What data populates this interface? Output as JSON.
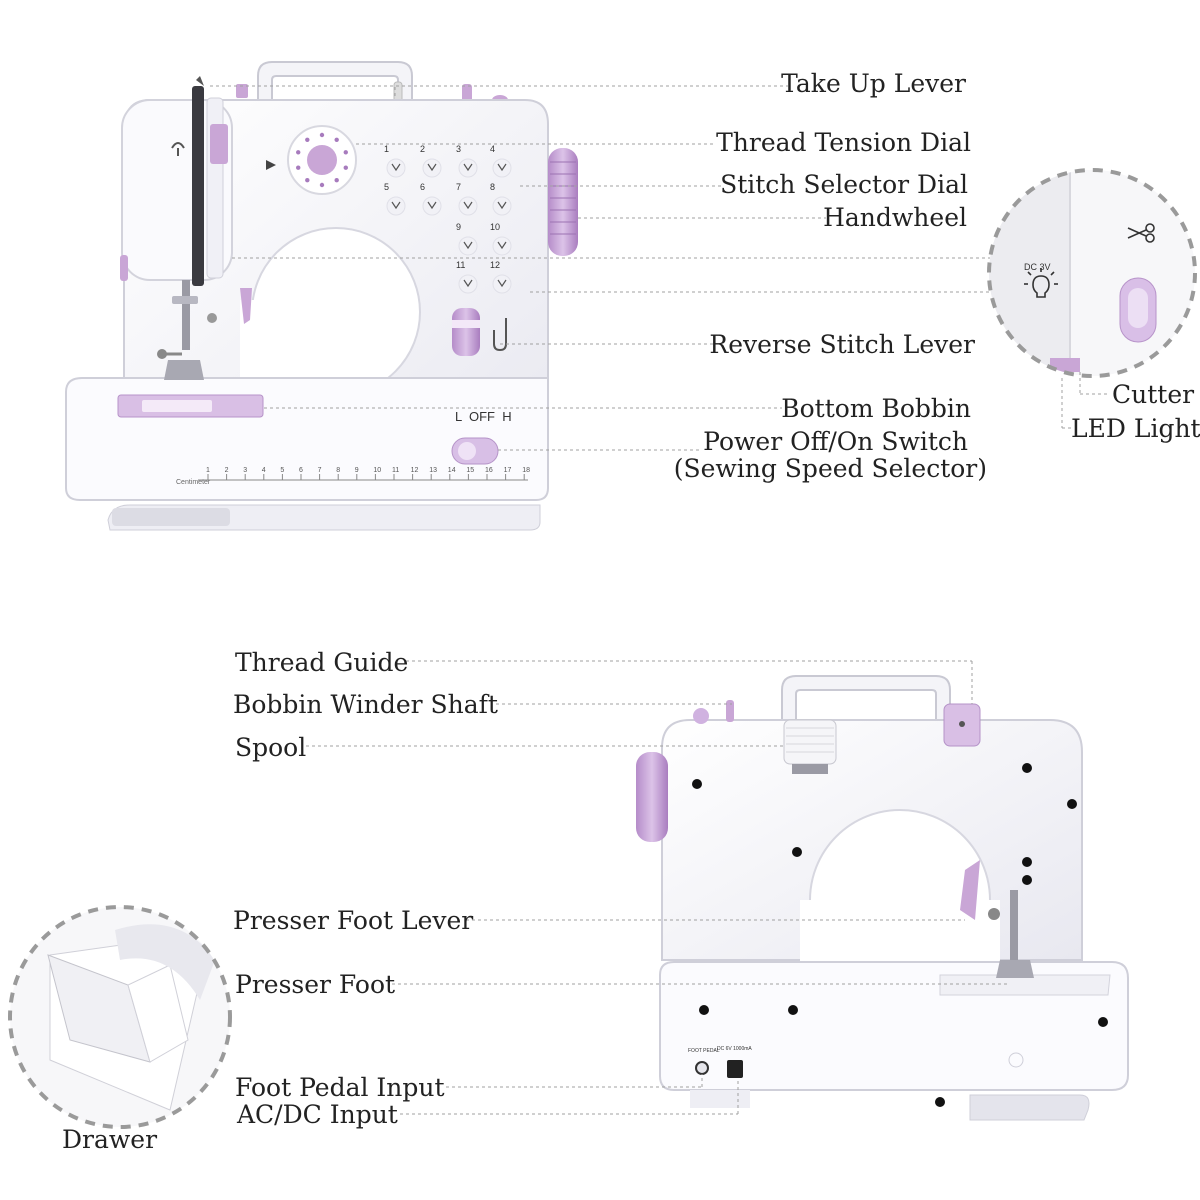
{
  "labels": {
    "take_up_lever": "Take Up Lever",
    "thread_tension_dial": "Thread Tension Dial",
    "stitch_selector_dial": "Stitch Selector Dial",
    "handwheel": "Handwheel",
    "reverse_stitch_lever": "Reverse Stitch Lever",
    "bottom_bobbin": "Bottom Bobbin",
    "power_switch": "Power Off/On Switch",
    "sewing_speed_selector": "(Sewing Speed Selector)",
    "cutter": "Cutter",
    "led_light": "LED Light",
    "thread_guide": "Thread Guide",
    "bobbin_winder_shaft": "Bobbin Winder Shaft",
    "spool": "Spool",
    "presser_foot_lever": "Presser Foot Lever",
    "presser_foot": "Presser Foot",
    "foot_pedal_input": "Foot Pedal Input",
    "ac_dc_input": "AC/DC Input",
    "drawer": "Drawer"
  },
  "machine_text": {
    "switch_label": "L  OFF  H",
    "ruler_label": "Centimeter",
    "ruler_numbers": [
      "1",
      "2",
      "3",
      "4",
      "5",
      "6",
      "7",
      "8",
      "9",
      "10",
      "11",
      "12",
      "13",
      "14",
      "15",
      "16",
      "17",
      "18"
    ],
    "stitch_numbers": [
      "1",
      "2",
      "3",
      "4",
      "5",
      "6",
      "7",
      "8",
      "9",
      "10",
      "11",
      "12"
    ],
    "led_spec": "DC 3V",
    "foot_pedal_port": "FOOT PEDAL",
    "power_spec": "DC 6V 1000mA"
  },
  "icons": [
    "scissors-icon",
    "light-bulb-icon",
    "arrow-icon"
  ],
  "colors": {
    "accent": "#c9a6d6",
    "accent_dark": "#a77bbd",
    "body": "#f6f6fa",
    "outline": "#c8c8d2",
    "line": "#9a9a9a"
  }
}
